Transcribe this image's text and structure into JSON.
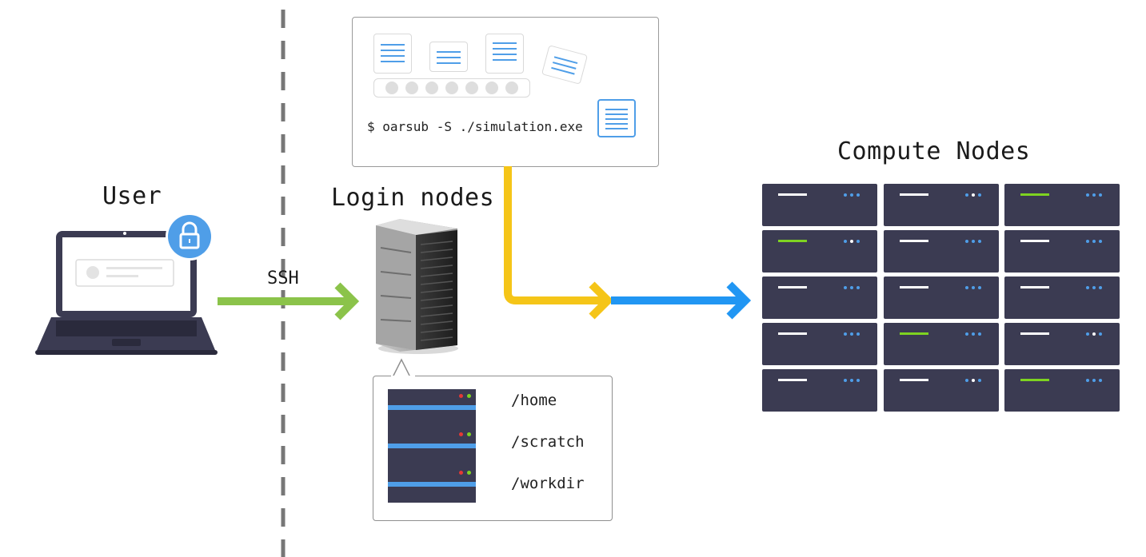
{
  "labels": {
    "user": "User",
    "login_nodes": "Login nodes",
    "compute_nodes": "Compute Nodes",
    "ssh": "SSH"
  },
  "job_panel": {
    "command": "$ oarsub -S ./simulation.exe"
  },
  "storage": {
    "paths": [
      "/home",
      "/scratch",
      "/workdir"
    ]
  },
  "compute_nodes": {
    "columns": 3,
    "rows": 5,
    "status_led": [
      [
        "white",
        "white",
        "green"
      ],
      [
        "green",
        "white",
        "white"
      ],
      [
        "white",
        "white",
        "white"
      ],
      [
        "white",
        "green",
        "white"
      ],
      [
        "white",
        "white",
        "green"
      ]
    ]
  },
  "colors": {
    "ssh_arrow": "#8bc34a",
    "submit_arrow": "#f5c518",
    "dispatch_arrow": "#2196f3",
    "rack": "#3b3b52",
    "lock_badge": "#4f9ee8"
  }
}
